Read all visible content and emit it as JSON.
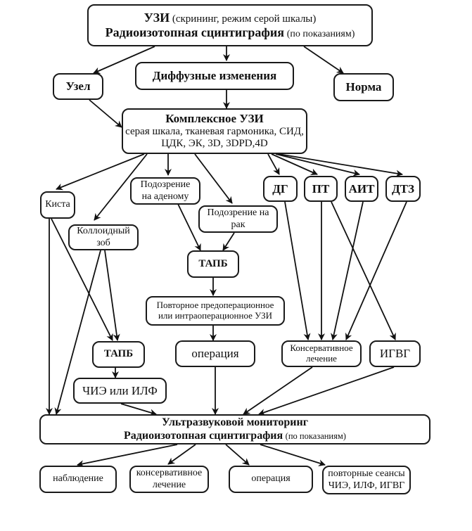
{
  "diagram": {
    "top": {
      "line1_bold": "УЗИ",
      "line1_normal": "(скрининг, режим серой шкалы)",
      "line2_bold": "Радиоизотопная сцинтиграфия",
      "line2_normal": "(по показаниям)"
    },
    "uzel": "Узел",
    "diffuse": "Диффузные изменения",
    "norma": "Норма",
    "complex": {
      "title": "Комплексное УЗИ",
      "line2": "серая шкала, тканевая гармоника, СИД,",
      "line3": "ЦДК, ЭК, 3D, 3DPD,4D"
    },
    "kista": "Киста",
    "colloid": {
      "line1": "Коллоидный",
      "line2": "зоб"
    },
    "adenoma": {
      "line1": "Подозрение",
      "line2": "на аденому"
    },
    "cancer": {
      "line1": "Подозрение на",
      "line2": "рак"
    },
    "dg": "ДГ",
    "pt": "ПТ",
    "ait": "АИТ",
    "dtz": "ДТЗ",
    "tapb_center": "ТАПБ",
    "repeat_us": {
      "line1": "Повторное предоперационное",
      "line2": "или интраоперационное УЗИ"
    },
    "tapb_left": "ТАПБ",
    "chie_ilf": "ЧИЭ или ИЛФ",
    "operation_mid": "операция",
    "conservative_mid": {
      "line1": "Консервативное",
      "line2": "лечение"
    },
    "igvg": "ИГВГ",
    "monitoring": {
      "line1": "Ультразвуковой мониторинг",
      "line2_bold": "Радиоизотопная сцинтиграфия",
      "line2_normal": "(по показаниям)"
    },
    "outcomes": [
      {
        "line1": "наблюдение",
        "line2": ""
      },
      {
        "line1": "консервативное",
        "line2": "лечение"
      },
      {
        "line1": "операция",
        "line2": ""
      },
      {
        "line1": "повторные сеансы",
        "line2": "ЧИЭ, ИЛФ, ИГВГ"
      }
    ]
  }
}
